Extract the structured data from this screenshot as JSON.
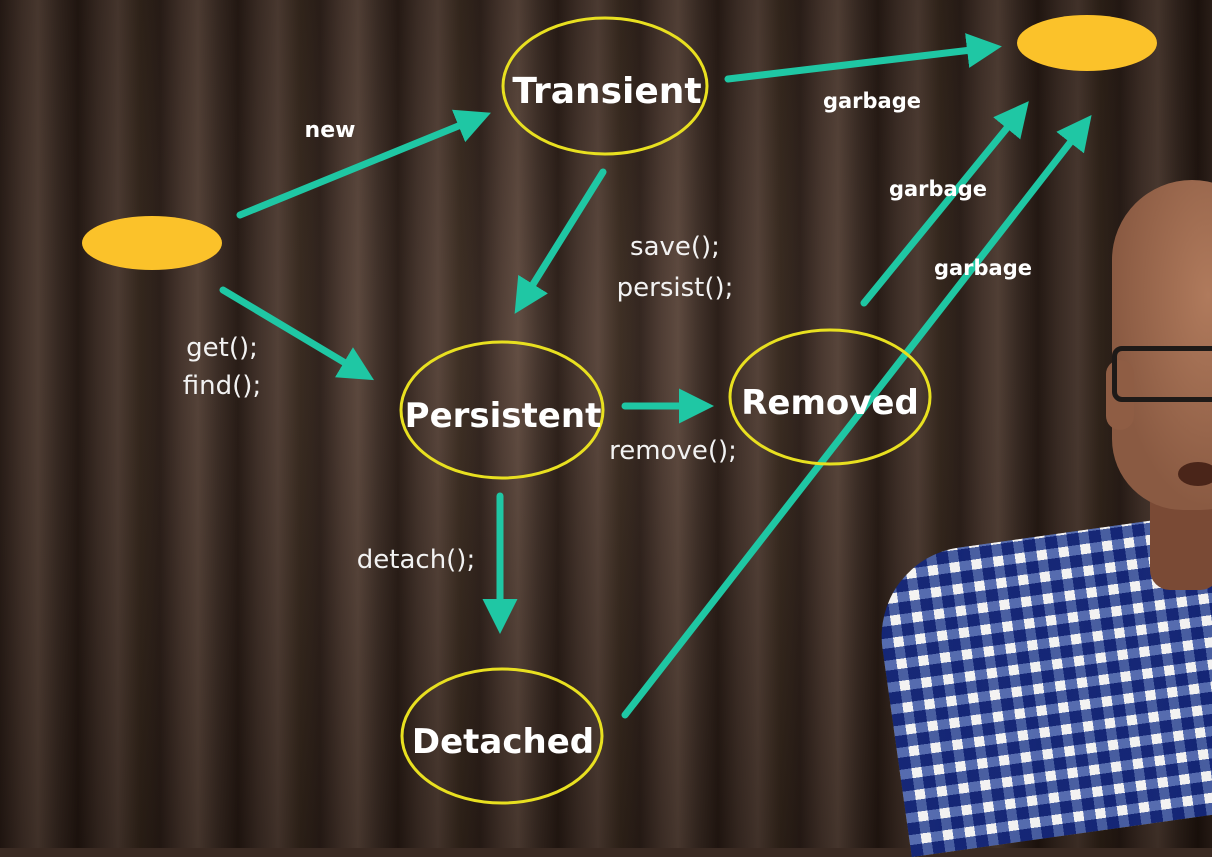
{
  "states": {
    "transient": "Transient",
    "persistent": "Persistent",
    "removed": "Removed",
    "detached": "Detached"
  },
  "edges": {
    "new": "new",
    "save": "save();",
    "persist": "persist();",
    "get": "get();",
    "find": "find();",
    "remove": "remove();",
    "detach": "detach();",
    "garbage_transient": "garbage",
    "garbage_removed": "garbage",
    "garbage_detached": "garbage"
  },
  "colors": {
    "state_outline": "#e8e020",
    "endpoint_fill": "#fbc22a",
    "arrow": "#1fc7a4"
  }
}
